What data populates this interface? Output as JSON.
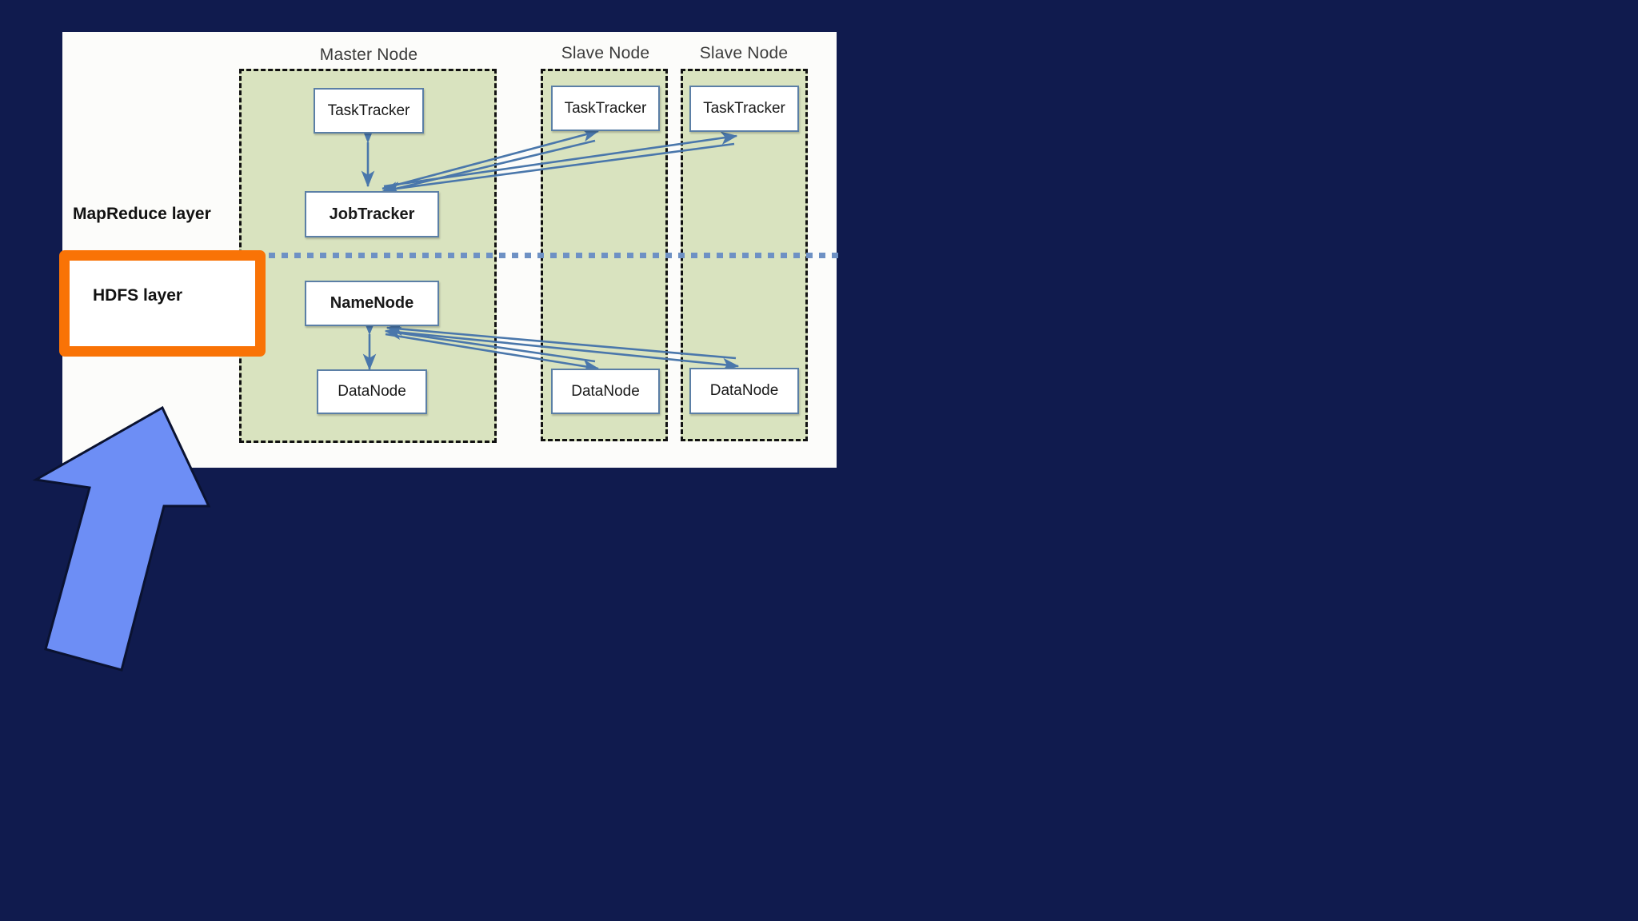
{
  "slide": {
    "background_color": "#101B4E",
    "panel_color": "#FCFCFA",
    "node_fill_color": "#D9E3BF",
    "component_border_color": "#5B7FA6",
    "arrow_color": "#4A77AB",
    "divider_color": "#6E91C4",
    "highlight_color": "#F97306",
    "pointer_color": "#6D8EF5"
  },
  "columns": [
    {
      "title": "Master Node"
    },
    {
      "title": "Slave Node"
    },
    {
      "title": "Slave Node"
    }
  ],
  "layers": [
    {
      "label": "MapReduce layer",
      "highlighted": false
    },
    {
      "label": "HDFS layer",
      "highlighted": true
    }
  ],
  "components": {
    "master": {
      "tasktracker": "TaskTracker",
      "jobtracker": "JobTracker",
      "namenode": "NameNode",
      "datanode": "DataNode"
    },
    "slave1": {
      "tasktracker": "TaskTracker",
      "datanode": "DataNode"
    },
    "slave2": {
      "tasktracker": "TaskTracker",
      "datanode": "DataNode"
    }
  },
  "annotations": {
    "pointer": "up-right-arrow-pointer",
    "highlight_target": "HDFS layer"
  }
}
